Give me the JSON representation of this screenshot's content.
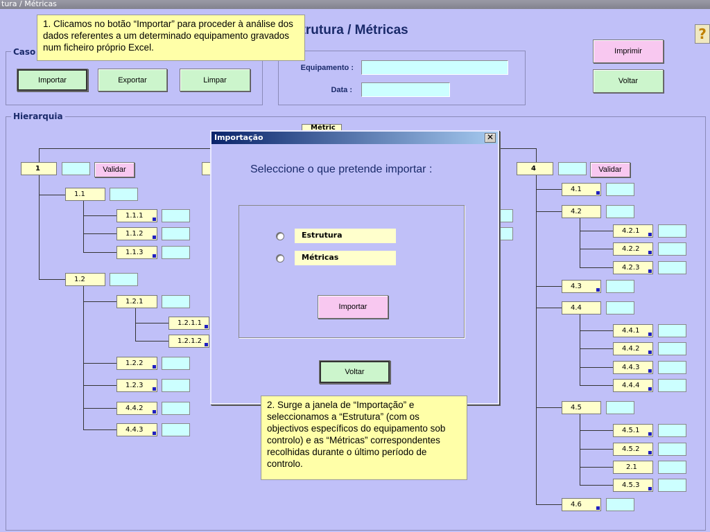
{
  "window_title": "tura / Métricas",
  "heading": "strutura / Métricas",
  "groups": {
    "caso": "Caso",
    "hierarquia": "Hierarquia"
  },
  "buttons": {
    "importar": "Importar",
    "exportar": "Exportar",
    "limpar": "Limpar",
    "imprimir": "Imprimir",
    "voltar": "Voltar",
    "validar": "Validar"
  },
  "labels": {
    "equipamento": "Equipamento :",
    "data": "Data :"
  },
  "help_icon": "help-icon",
  "tree": {
    "n1": "1",
    "n1_1": "1.1",
    "n1_1_1": "1.1.1",
    "n1_1_2": "1.1.2",
    "n1_1_3": "1.1.3",
    "n1_2": "1.2",
    "n1_2_1": "1.2.1",
    "n1_2_1_1": "1.2.1.1",
    "n1_2_1_2": "1.2.1.2",
    "n1_2_2": "1.2.2",
    "n1_2_3": "1.2.3",
    "n1_x1": "4.4.2",
    "n1_x2": "4.4.3",
    "n4": "4",
    "n4_1": "4.1",
    "n4_2": "4.2",
    "n4_2_1": "4.2.1",
    "n4_2_2": "4.2.2",
    "n4_2_3": "4.2.3",
    "n4_3": "4.3",
    "n4_4": "4.4",
    "n4_4_1": "4.4.1",
    "n4_4_2": "4.4.2",
    "n4_4_3": "4.4.3",
    "n4_4_4": "4.4.4",
    "n4_5": "4.5",
    "n4_5_1": "4.5.1",
    "n4_5_2": "4.5.2",
    "n4_5_x": "2.1",
    "n4_5_3": "4.5.3",
    "n4_6": "4.6",
    "hidden_top": "Métric"
  },
  "dialog": {
    "title": "Importação",
    "prompt": "Seleccione o que pretende importar :",
    "option_estrutura": "Estrutura",
    "option_metricas": "Métricas",
    "importar": "Importar",
    "voltar": "Voltar",
    "close": "✕"
  },
  "callouts": {
    "step1": "1. Clicamos no botão “Importar” para proceder à análise dos dados referentes a um determinado equipamento gravados num ficheiro próprio Excel.",
    "step2": "2. Surge a janela de “Importação” e seleccionamos a “Estrutura” (com os objectivos específicos do equipamento sob controlo) e as “Métricas” correspondentes recolhidas durante o último período de controlo."
  },
  "colors": {
    "background": "#c0c0f8",
    "node": "#ffffcc",
    "field": "#ccffff",
    "green_button": "#ccf5cc",
    "pink_button": "#f8c8f0",
    "callout": "#ffffa8"
  }
}
